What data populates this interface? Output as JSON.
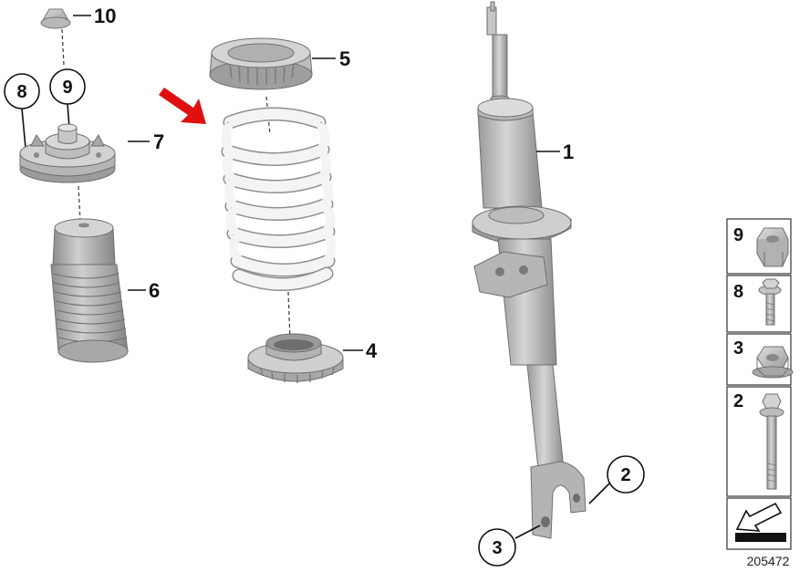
{
  "callouts": {
    "p1": "1",
    "p2": "2",
    "p3": "3",
    "p4": "4",
    "p5": "5",
    "p6": "6",
    "p7": "7",
    "p8": "8",
    "p9": "9",
    "p10": "10"
  },
  "legend": {
    "items": [
      {
        "label": "9",
        "icon": "hex-nut-icon"
      },
      {
        "label": "8",
        "icon": "short-bolt-icon"
      },
      {
        "label": "3",
        "icon": "hex-nut-icon"
      },
      {
        "label": "2",
        "icon": "long-bolt-icon"
      }
    ],
    "arrow_icon": "installation-direction-arrow-icon"
  },
  "diagram_number": "205472",
  "colors": {
    "part_gray": "#c4c4c4",
    "part_dark": "#8a8a8a",
    "spring_white": "#f4f4f4",
    "arrow_red": "#e01010"
  }
}
